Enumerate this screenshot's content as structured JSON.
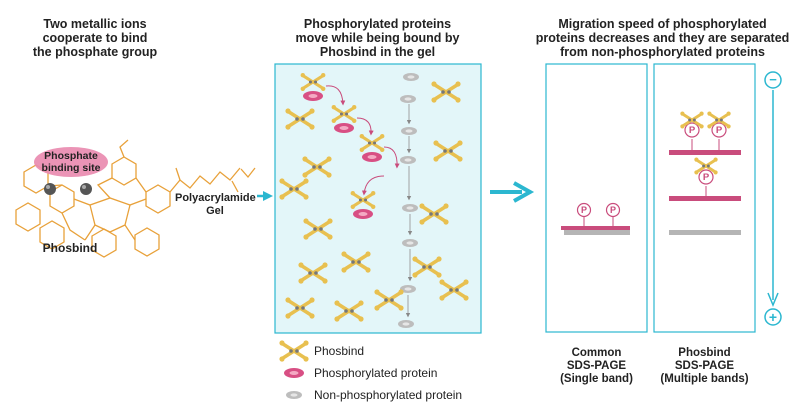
{
  "headers": {
    "left": [
      "Two metallic ions",
      "cooperate to bind",
      "the phosphate group"
    ],
    "middle": [
      "Phosphorylated proteins",
      "move while being bound by",
      "Phosbind in the gel"
    ],
    "right": [
      "Migration speed of phosphorylated",
      "proteins decreases and they are separated",
      "from non-phosphorylated proteins"
    ]
  },
  "molecule": {
    "binding_site": [
      "Phosphate",
      "binding site"
    ],
    "name": "Phosbind"
  },
  "gel_label": [
    "Polyacrylamide",
    "Gel"
  ],
  "legend": {
    "phosbind": "Phosbind",
    "phospho": "Phosphorylated protein",
    "nonphospho": "Non-phosphorylated protein"
  },
  "lanes": {
    "common": [
      "Common",
      "SDS-PAGE",
      "(Single band)"
    ],
    "phosbind": [
      "Phosbind",
      "SDS-PAGE",
      "(Multiple bands)"
    ]
  },
  "p_label": "P",
  "electrodes": {
    "minus": "−",
    "plus": "+"
  },
  "colors": {
    "accent": "#2bb7d0",
    "gel_fill": "#e3f6f9",
    "phosbind": "#e8c050",
    "phospho": "#d84f84",
    "phospho_light": "#f4a9c3",
    "nonphospho": "#bdbdbd",
    "band_magenta": "#c94c7c",
    "band_grey": "#b5b5b5"
  }
}
